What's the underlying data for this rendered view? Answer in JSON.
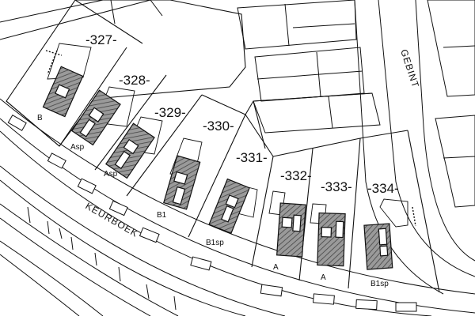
{
  "streets": [
    {
      "id": "keurboek",
      "name": "KEURBOEK"
    },
    {
      "id": "gebint",
      "name": "GEBINT"
    }
  ],
  "plots": [
    {
      "number": "-327-",
      "type": "B"
    },
    {
      "number": "-328-",
      "type": "Asp"
    },
    {
      "number": "-329-",
      "type": "Asp"
    },
    {
      "number": "-330-",
      "type": "B1"
    },
    {
      "number": "-331-",
      "type": "B1sp"
    },
    {
      "number": "-332-",
      "type": "A"
    },
    {
      "number": "-333-",
      "type": "A"
    },
    {
      "number": "-334-",
      "type": "B1sp"
    }
  ],
  "colors": {
    "background": "#ffffff",
    "line": "#111111",
    "building_fill": "#8c8c8c",
    "hatch": "#444444"
  }
}
